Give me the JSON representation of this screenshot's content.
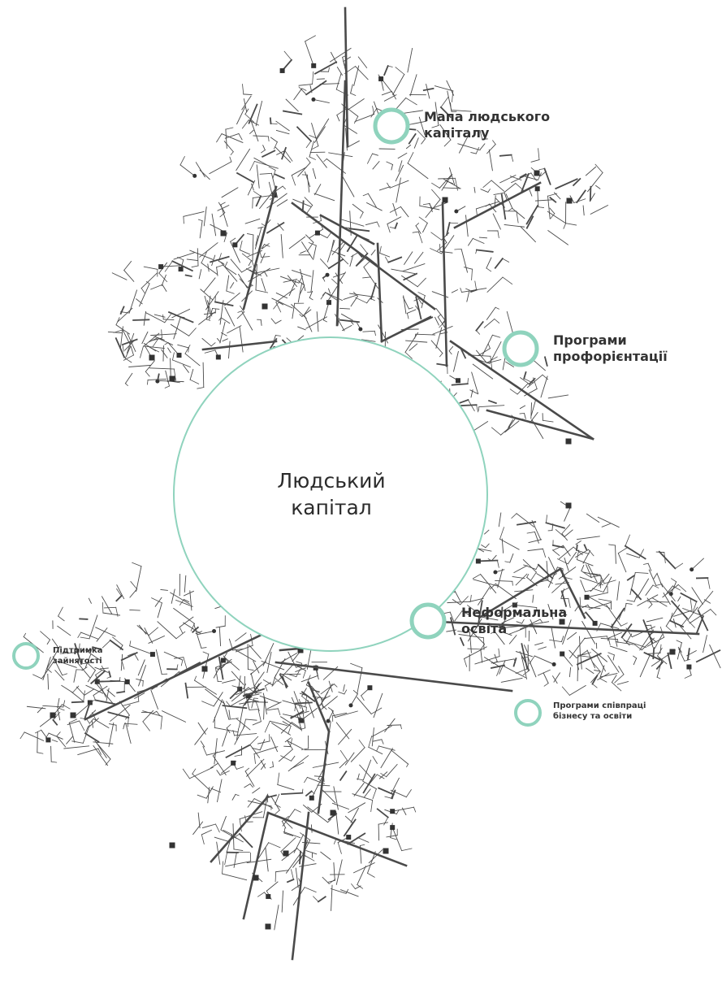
{
  "center": {
    "line1": "Людський",
    "line2": "капітал"
  },
  "nodes": [
    {
      "id": "map",
      "line1": "Мапа людського",
      "line2": "капіталу"
    },
    {
      "id": "prof",
      "line1": "Програми",
      "line2": "профорієнтації"
    },
    {
      "id": "coop",
      "line1": "Програми співпраці",
      "line2": "бізнесу та освіти"
    },
    {
      "id": "empl",
      "line1": "Підтримка",
      "line2": "зайнятості"
    },
    {
      "id": "edu",
      "line1": "Неформальна",
      "line2": "освіта"
    }
  ],
  "colors": {
    "accent": "#8fd3bd",
    "network": "#4a4a4a",
    "text": "#333333",
    "center_stroke": "#8fd3bd"
  }
}
